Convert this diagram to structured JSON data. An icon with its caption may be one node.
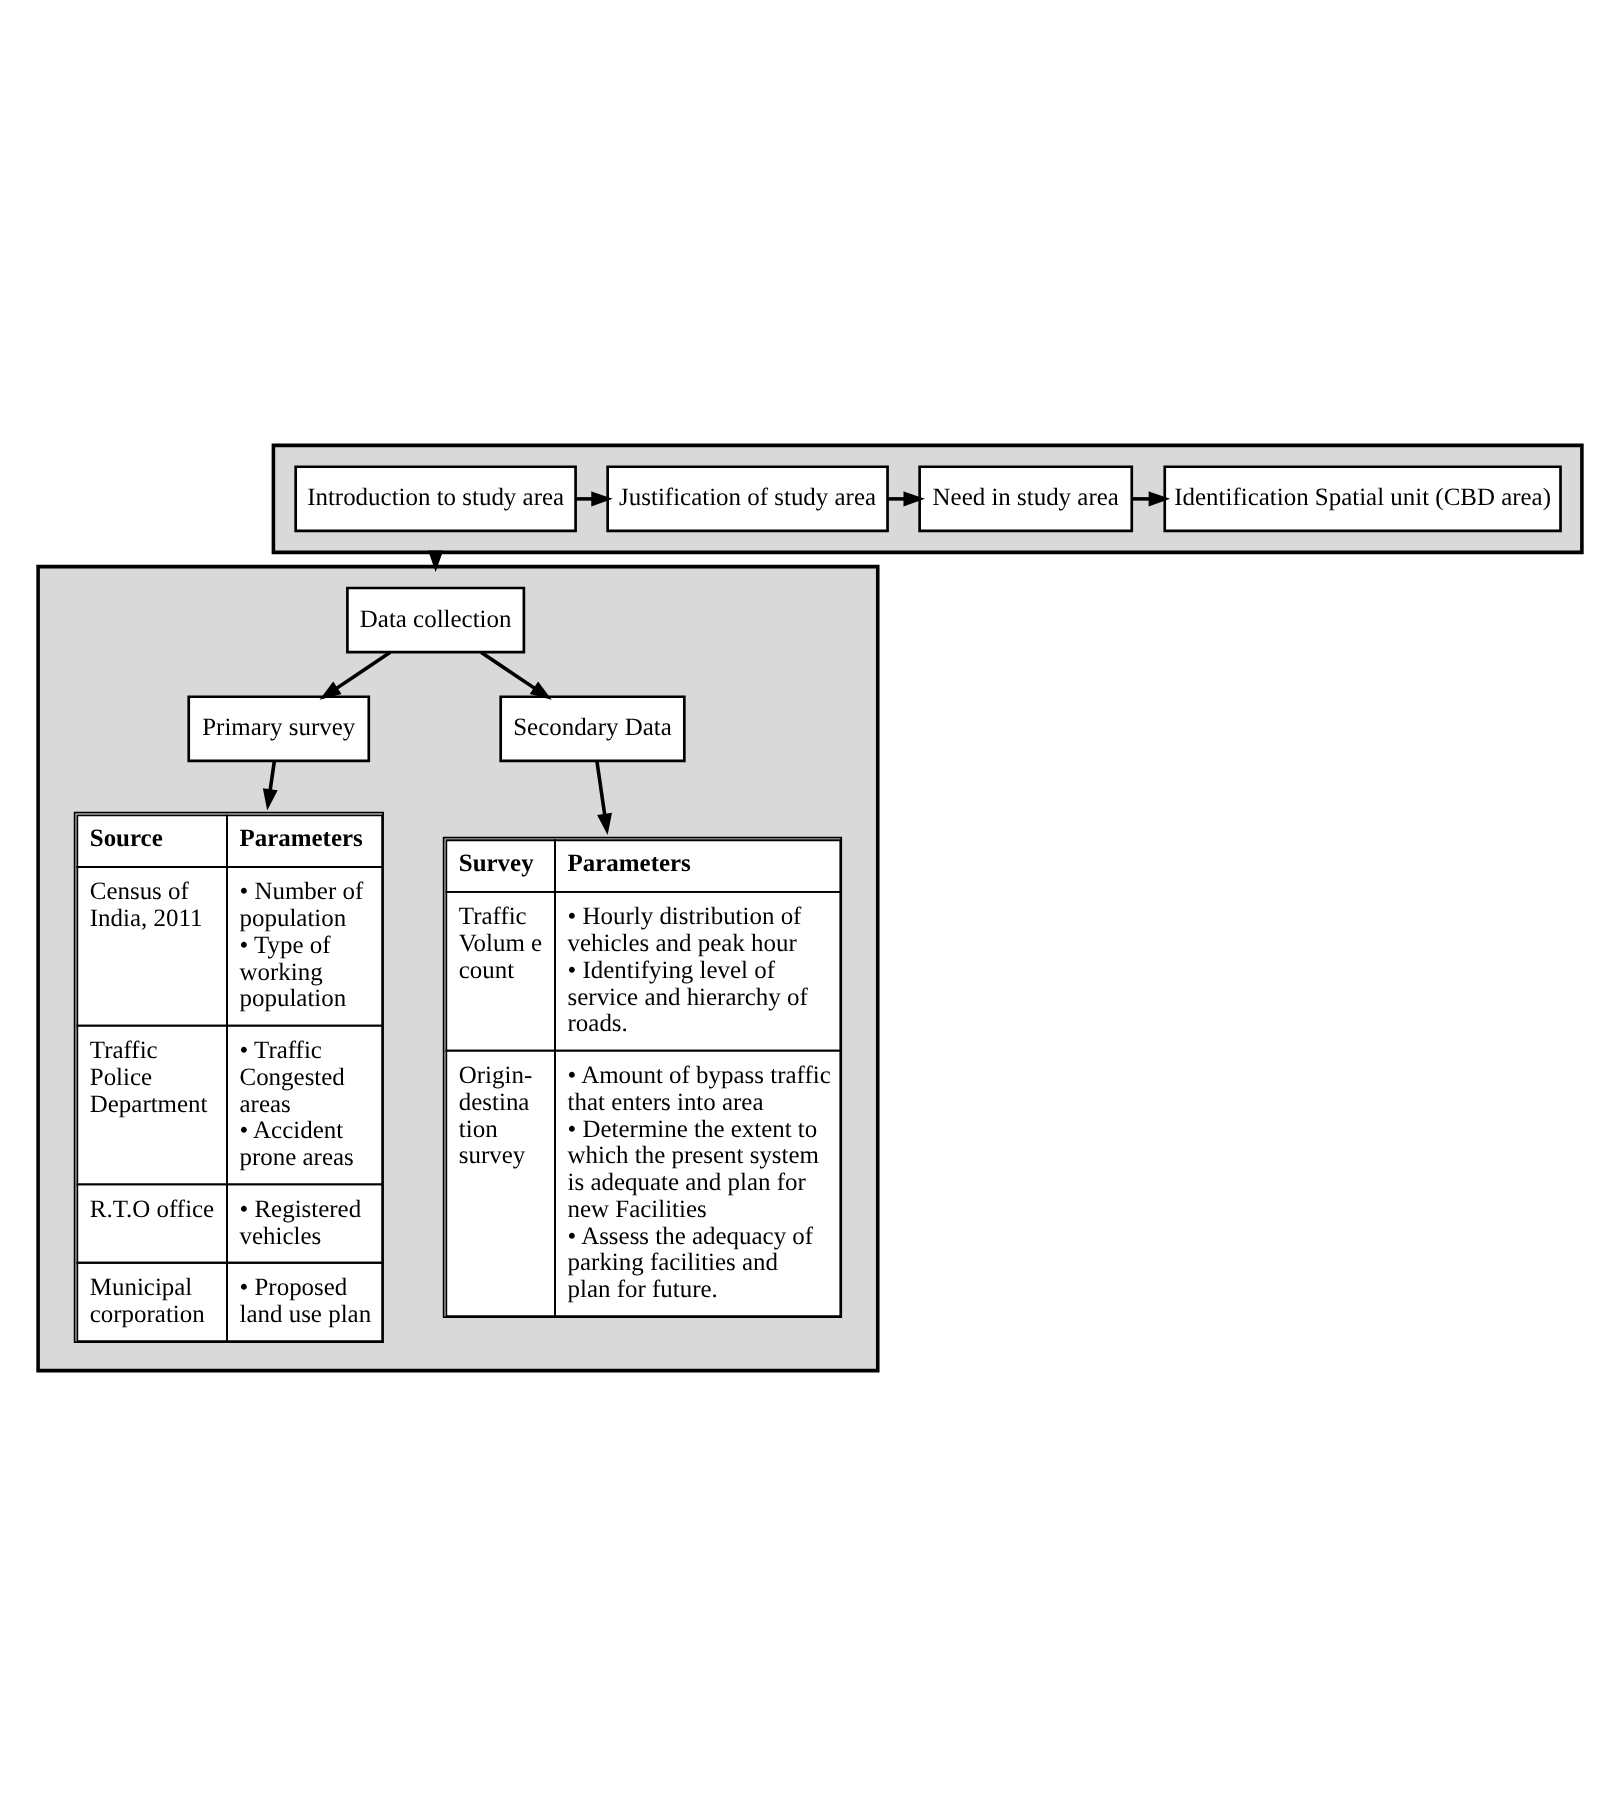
{
  "diagram": {
    "nodes": [
      {
        "text": [],
        "shape": "box"
      },
      {
        "text": [
          "Introduction to study area"
        ],
        "in": 0
      },
      {
        "text": [
          "Justification of study area"
        ],
        "in": 0
      },
      {
        "text": [
          "Need in study area"
        ],
        "in": 0
      },
      {
        "text": [
          "Identification Spatial unit (CBD area)"
        ],
        "in": 0
      },
      {
        "text": [],
        "shape": "box"
      },
      {
        "text": [
          "Data collection"
        ],
        "in": 5
      },
      {
        "text": [
          "Primary survey"
        ],
        "in": 5
      },
      {
        "text": [
          "Secondary Data"
        ],
        "in": 5
      },
      {
        "text": [
          "Source",
          "Parameters",
          "Census of India, 2011",
          "• Number of population",
          "• Type of working population",
          "Traffic Police Department",
          "• Traffic Congested areas",
          "• Accident prone areas",
          "R.T.O office",
          "• Registered vehicles",
          "Municipal corporation",
          "• Proposed land use plan"
        ],
        "in": 5
      },
      {
        "text": [
          "Survey",
          "Parameters",
          "Traffic Volum e count",
          "• Hourly distribution of vehicles and peak hour",
          "• Identifying level of service and hierarchy of roads.",
          "Origin- destina tion survey",
          "• Amount of bypass traffic that enters into area",
          "• Determine the extent to which the present system is adequate and plan for new Facilities",
          "• Assess the adequacy of parking facilities and plan for future."
        ],
        "in": 5
      }
    ],
    "edges": [
      {
        "from": 1,
        "to": 2,
        "arrow": "to"
      },
      {
        "from": 2,
        "to": 3,
        "arrow": "to"
      },
      {
        "from": 3,
        "to": 4,
        "arrow": "to"
      },
      {
        "from": 0,
        "to": 5,
        "arrow": "to"
      },
      {
        "from": 6,
        "to": 7,
        "arrow": "to"
      },
      {
        "from": 6,
        "to": 8,
        "arrow": "to"
      },
      {
        "from": 7,
        "to": 9,
        "arrow": "to"
      },
      {
        "from": 8,
        "to": 10,
        "arrow": "to"
      }
    ]
  }
}
